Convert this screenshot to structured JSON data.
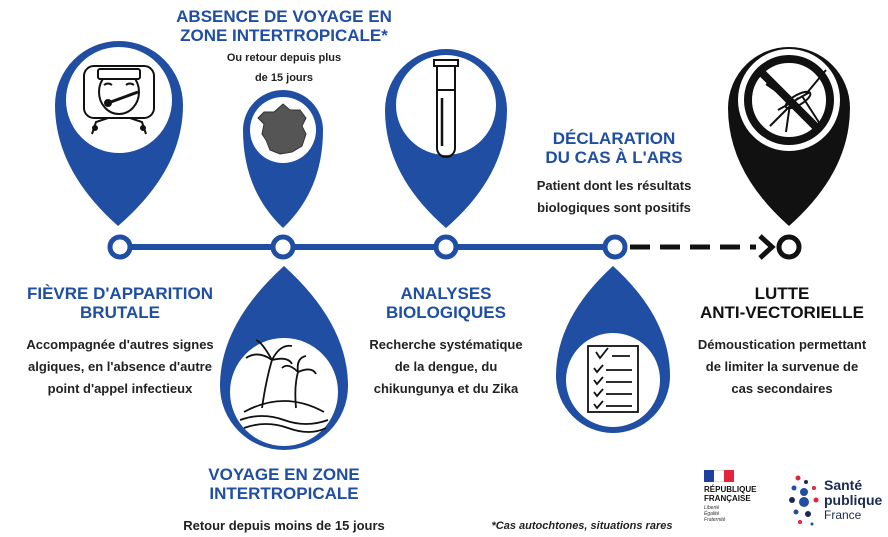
{
  "steps": [
    {
      "id": "fievre",
      "heading": [
        "FIÈVRE D'APPARITION",
        "BRUTALE"
      ],
      "desc": [
        "Accompagnée d'autres signes",
        "algiques, en l'absence d'autre",
        "point d'appel infectieux"
      ]
    },
    {
      "id": "absence",
      "heading": [
        "ABSENCE DE VOYAGE EN",
        "ZONE INTERTROPICALE*"
      ],
      "desc": [
        "Ou retour depuis plus",
        "de 15 jours"
      ]
    },
    {
      "id": "voyage",
      "heading": [
        "VOYAGE EN ZONE",
        "INTERTROPICALE"
      ],
      "desc": [
        "Retour depuis moins de 15 jours"
      ]
    },
    {
      "id": "analyses",
      "heading": [
        "ANALYSES",
        "BIOLOGIQUES"
      ],
      "desc": [
        "Recherche systématique",
        "de la dengue, du",
        "chikungunya et du Zika"
      ]
    },
    {
      "id": "declaration",
      "heading": [
        "DÉCLARATION",
        "DU CAS À L'ARS"
      ],
      "desc": [
        "Patient dont les résultats",
        "biologiques sont positifs"
      ]
    },
    {
      "id": "lutte",
      "heading": [
        "LUTTE",
        "ANTI-VECTORIELLE"
      ],
      "desc": [
        "Démoustication permettant",
        "de limiter la survenue de",
        "cas secondaires"
      ]
    }
  ],
  "footnote": "*Cas autochtones, situations rares",
  "logos": {
    "republique": [
      "RÉPUBLIQUE",
      "FRANÇAISE"
    ],
    "devise": [
      "Liberté",
      "Égalité",
      "Fraternité"
    ],
    "sante": [
      "Santé",
      "publique",
      "France"
    ]
  },
  "colors": {
    "primary": "#1f4ea2",
    "secondary": "#1b2a52",
    "dark": "#111111",
    "text": "#222222",
    "background": "#ffffff"
  },
  "icons": [
    "thermometer-patient-icon",
    "france-map-icon",
    "test-tube-icon",
    "no-mosquito-icon",
    "palm-island-icon",
    "checklist-icon"
  ]
}
